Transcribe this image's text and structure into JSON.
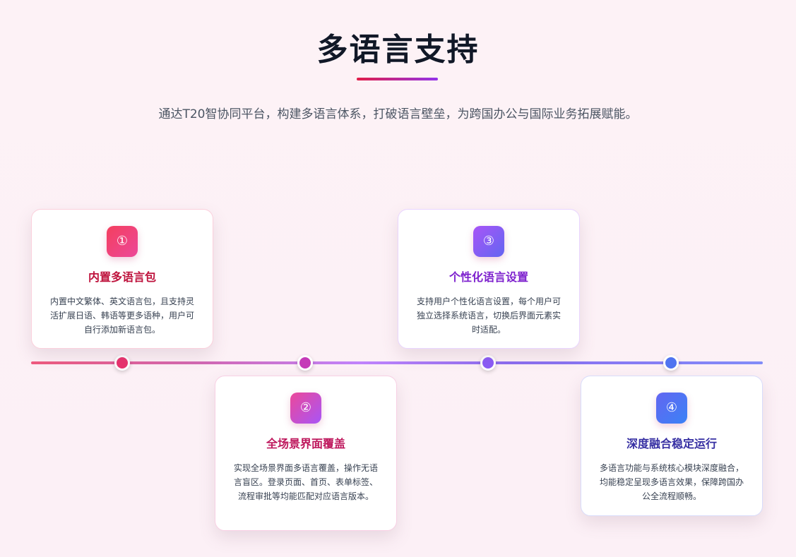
{
  "header": {
    "title": "多语言支持",
    "subtitle": "通达T20智协同平台，构建多语言体系，打破语言壁垒，为跨国办公与国际业务拓展赋能。"
  },
  "colors": {
    "c1": "#be123c",
    "c2": "#be185d",
    "c3": "#7e22ce",
    "c4": "#3730a3"
  },
  "cards": [
    {
      "icon": "①",
      "title": "内置多语言包",
      "desc": "内置中文繁体、英文语言包，且支持灵活扩展日语、韩语等更多语种，用户可自行添加新语言包。"
    },
    {
      "icon": "②",
      "title": "全场景界面覆盖",
      "desc": "实现全场景界面多语言覆盖，操作无语言盲区。登录页面、首页、表单标签、流程审批等均能匹配对应语言版本。"
    },
    {
      "icon": "③",
      "title": "个性化语言设置",
      "desc": "支持用户个性化语言设置，每个用户可独立选择系统语言，切换后界面元素实时适配。"
    },
    {
      "icon": "④",
      "title": "深度融合稳定运行",
      "desc": "多语言功能与系统核心模块深度融合，均能稳定呈现多语言效果，保障跨国办公全流程顺畅。"
    }
  ]
}
